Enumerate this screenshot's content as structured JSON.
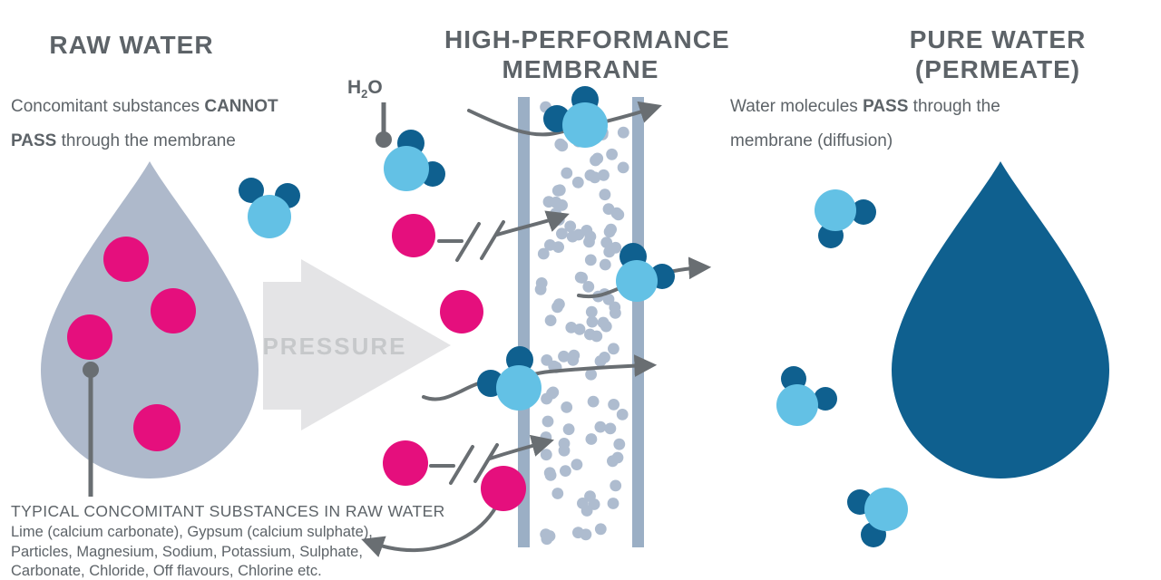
{
  "palette": {
    "text_gray": "#5d6368",
    "substance_pink": "#e50f7d",
    "water_light_blue": "#63c1e5",
    "water_dark_blue": "#0f608f",
    "raw_drop_gray": "#aeb9cb",
    "membrane_wall": "#9bafc5",
    "pore_dots": "#aebccf",
    "arrow_gray": "#696e72",
    "pressure_arrow_fill": "#e4e4e6",
    "pressure_text": "#c6c8ca"
  },
  "raw_water": {
    "title": "RAW WATER",
    "note_part1": "Concomitant substances ",
    "note_bold1": "CANNOT",
    "note_bold2": "PASS",
    "note_part2": " through the membrane"
  },
  "membrane": {
    "title_line1": "HIGH-PERFORMANCE",
    "title_line2": "MEMBRANE",
    "h2o_h": "H",
    "h2o_sub": "2",
    "h2o_o": "O"
  },
  "pure_water": {
    "title_line1": "PURE WATER",
    "title_line2": "(PERMEATE)",
    "note_part1": "Water molecules ",
    "note_bold": "PASS",
    "note_part2": " through the",
    "note_line2": "membrane (diffusion)"
  },
  "pressure_label": "PRESSURE",
  "legend": {
    "title": "TYPICAL CONCOMITANT SUBSTANCES IN RAW WATER",
    "lines": [
      "Lime (calcium carbonate), Gypsum (calcium sulphate),",
      "Particles, Magnesium, Sodium, Potassium, Sulphate,",
      "Carbonate, Chloride, Off flavours, Chlorine etc."
    ]
  }
}
